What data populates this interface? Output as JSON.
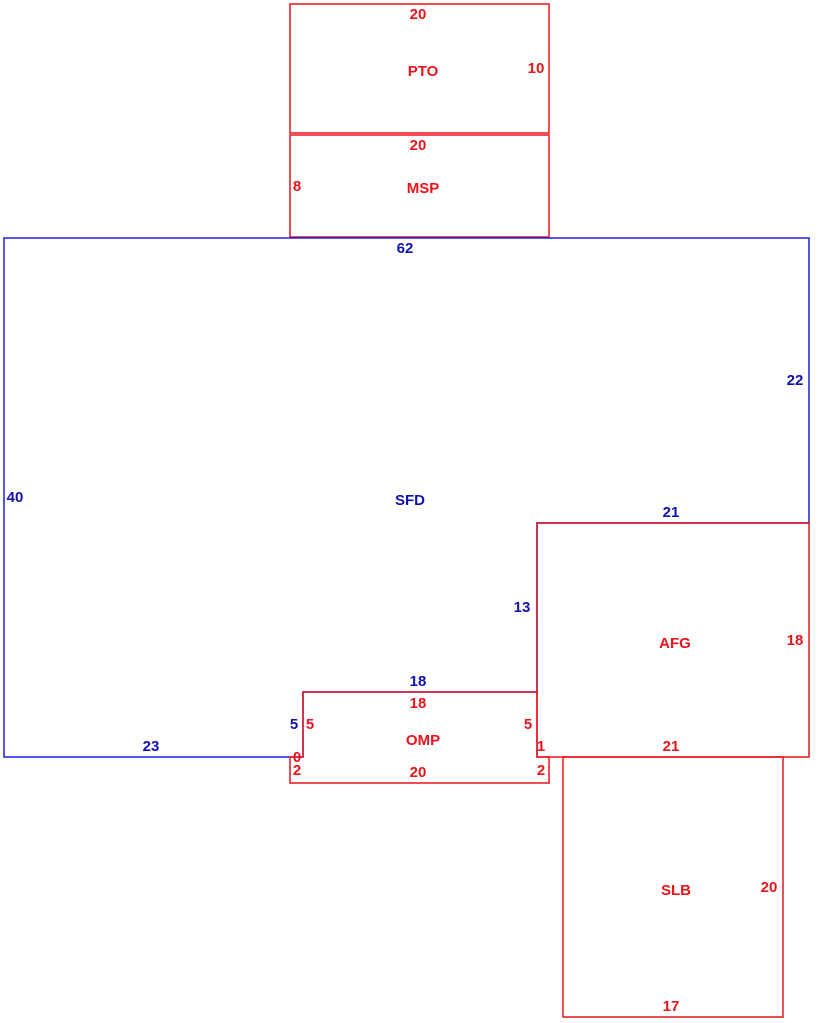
{
  "colors": {
    "sfd": "#1a1ee0",
    "addition": "#e8141b"
  },
  "areas": {
    "pto": {
      "code": "PTO",
      "dims": {
        "top": "20",
        "right": "10"
      }
    },
    "msp": {
      "code": "MSP",
      "dims": {
        "top": "20",
        "left": "8"
      }
    },
    "sfd": {
      "code": "SFD",
      "dims": {
        "top": "62",
        "left": "40",
        "right": "22",
        "step_top": "21",
        "step_left": "13",
        "notch_top": "18",
        "notch_left": "5",
        "bottom_left": "23"
      }
    },
    "afg": {
      "code": "AFG",
      "dims": {
        "right": "18",
        "bottom": "21"
      }
    },
    "omp": {
      "code": "OMP",
      "dims": {
        "top": "18",
        "left": "5",
        "right": "5",
        "bottom": "20",
        "left_lower_a": "0",
        "left_lower_b": "2",
        "right_lower_a": "1",
        "right_lower_b": "2"
      }
    },
    "slb": {
      "code": "SLB",
      "dims": {
        "right": "20",
        "bottom": "17"
      }
    }
  }
}
